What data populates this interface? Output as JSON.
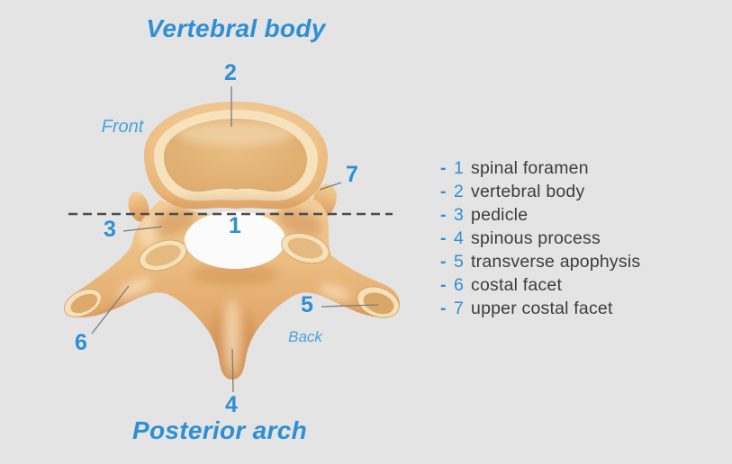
{
  "colors": {
    "background": "#e4e4e4",
    "accent_blue": "#2e8fd5",
    "orientation_blue": "#4aa3dc",
    "text_dark": "#3d3d3d",
    "bone_base": "#eec088",
    "bone_shadow": "#d6955a",
    "bone_highlight": "#f6e3bd",
    "foramen_fill": "#fbfbfb",
    "leader_line": "#7b7b7b",
    "dashed_line": "#4c4c4c"
  },
  "diagram": {
    "top_title": "Vertebral body",
    "bottom_title": "Posterior arch",
    "front_label": "Front",
    "back_label": "Back",
    "callouts": [
      "1",
      "2",
      "3",
      "4",
      "5",
      "6",
      "7"
    ]
  },
  "legend": {
    "bullet": "-",
    "items": [
      {
        "number": "1",
        "label": "spinal foramen"
      },
      {
        "number": "2",
        "label": "vertebral body"
      },
      {
        "number": "3",
        "label": "pedicle"
      },
      {
        "number": "4",
        "label": "spinous process"
      },
      {
        "number": "5",
        "label": "transverse apophysis"
      },
      {
        "number": "6",
        "label": "costal facet"
      },
      {
        "number": "7",
        "label": "upper costal facet"
      }
    ]
  }
}
